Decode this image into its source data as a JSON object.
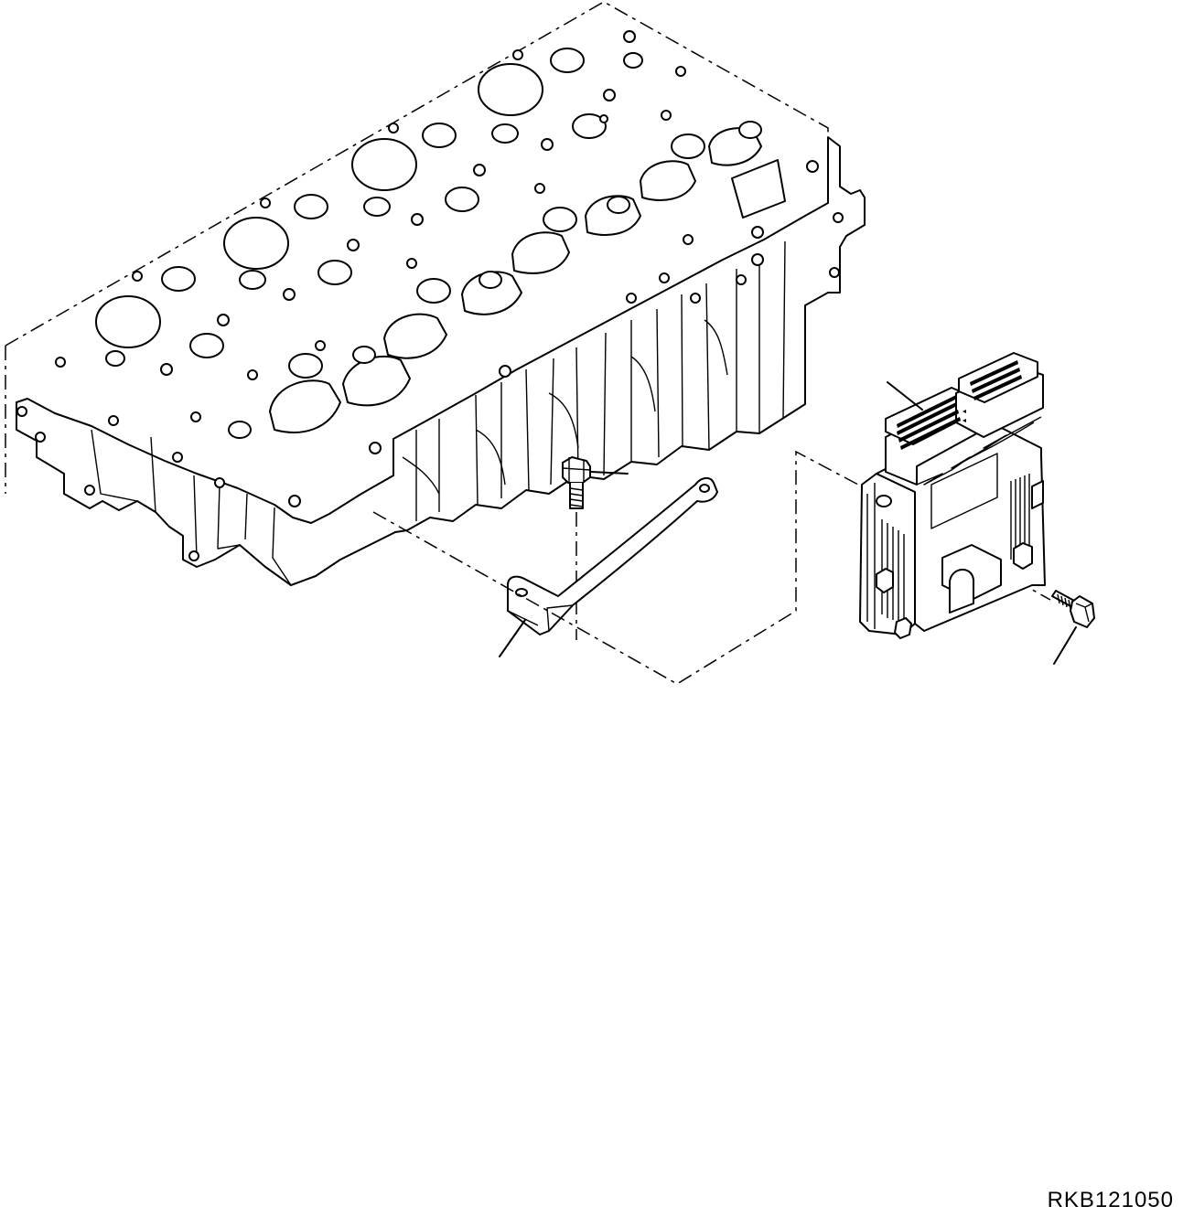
{
  "drawing": {
    "reference_code": "RKB121050"
  },
  "parts": [
    {
      "id": "cylinder-head"
    },
    {
      "id": "bracket"
    },
    {
      "id": "bolt-bracket"
    },
    {
      "id": "engine-controller"
    },
    {
      "id": "bolt-controller"
    }
  ],
  "colors": {
    "line": "#000000",
    "background": "#ffffff"
  }
}
